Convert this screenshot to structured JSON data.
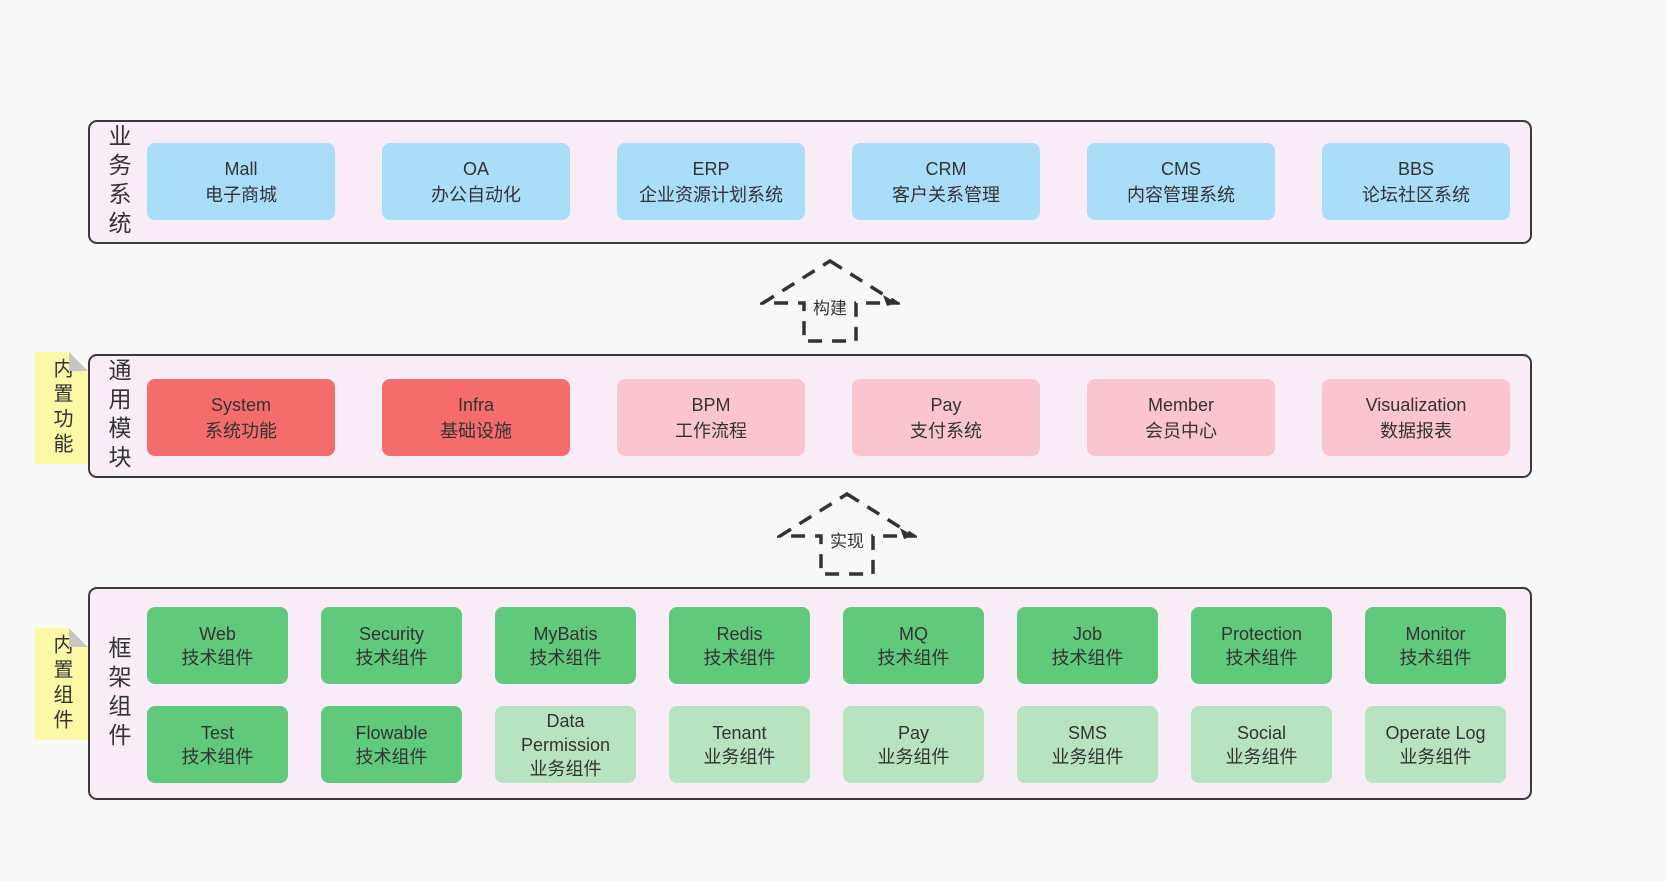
{
  "colors": {
    "page_bg": "#f8f8f8",
    "band_bg": "#f8edf7",
    "band_border": "#3a3a3a",
    "text": "#333333",
    "blue": "#a9ddf8",
    "red": "#f56c6c",
    "pink": "#fac5ce",
    "green": "#61c97c",
    "light_green": "#b7e3c1",
    "note_bg": "#fbf9a5",
    "note_fold": "#c8c5c5"
  },
  "arrows": [
    {
      "label": "构建"
    },
    {
      "label": "实现"
    }
  ],
  "bands": [
    {
      "label": "业务系统",
      "rows": [
        [
          {
            "title": "Mall",
            "subtitle": "电子商城",
            "variant": "blue"
          },
          {
            "title": "OA",
            "subtitle": "办公自动化",
            "variant": "blue"
          },
          {
            "title": "ERP",
            "subtitle": "企业资源计划系统",
            "variant": "blue"
          },
          {
            "title": "CRM",
            "subtitle": "客户关系管理",
            "variant": "blue"
          },
          {
            "title": "CMS",
            "subtitle": "内容管理系统",
            "variant": "blue"
          },
          {
            "title": "BBS",
            "subtitle": "论坛社区系统",
            "variant": "blue"
          }
        ]
      ]
    },
    {
      "label": "通用模块",
      "note": "内置功能",
      "rows": [
        [
          {
            "title": "System",
            "subtitle": "系统功能",
            "variant": "red"
          },
          {
            "title": "Infra",
            "subtitle": "基础设施",
            "variant": "red"
          },
          {
            "title": "BPM",
            "subtitle": "工作流程",
            "variant": "pink"
          },
          {
            "title": "Pay",
            "subtitle": "支付系统",
            "variant": "pink"
          },
          {
            "title": "Member",
            "subtitle": "会员中心",
            "variant": "pink"
          },
          {
            "title": "Visualization",
            "subtitle": "数据报表",
            "variant": "pink"
          }
        ]
      ]
    },
    {
      "label": "框架组件",
      "note": "内置组件",
      "rows": [
        [
          {
            "title": "Web",
            "subtitle": "技术组件",
            "variant": "green"
          },
          {
            "title": "Security",
            "subtitle": "技术组件",
            "variant": "green"
          },
          {
            "title": "MyBatis",
            "subtitle": "技术组件",
            "variant": "green"
          },
          {
            "title": "Redis",
            "subtitle": "技术组件",
            "variant": "green"
          },
          {
            "title": "MQ",
            "subtitle": "技术组件",
            "variant": "green"
          },
          {
            "title": "Job",
            "subtitle": "技术组件",
            "variant": "green"
          },
          {
            "title": "Protection",
            "subtitle": "技术组件",
            "variant": "green"
          },
          {
            "title": "Monitor",
            "subtitle": "技术组件",
            "variant": "green"
          }
        ],
        [
          {
            "title": "Test",
            "subtitle": "技术组件",
            "variant": "green"
          },
          {
            "title": "Flowable",
            "subtitle": "技术组件",
            "variant": "green"
          },
          {
            "title": "Data Permission",
            "subtitle": "业务组件",
            "variant": "light-green"
          },
          {
            "title": "Tenant",
            "subtitle": "业务组件",
            "variant": "light-green"
          },
          {
            "title": "Pay",
            "subtitle": "业务组件",
            "variant": "light-green"
          },
          {
            "title": "SMS",
            "subtitle": "业务组件",
            "variant": "light-green"
          },
          {
            "title": "Social",
            "subtitle": "业务组件",
            "variant": "light-green"
          },
          {
            "title": "Operate Log",
            "subtitle": "业务组件",
            "variant": "light-green"
          }
        ]
      ]
    }
  ]
}
